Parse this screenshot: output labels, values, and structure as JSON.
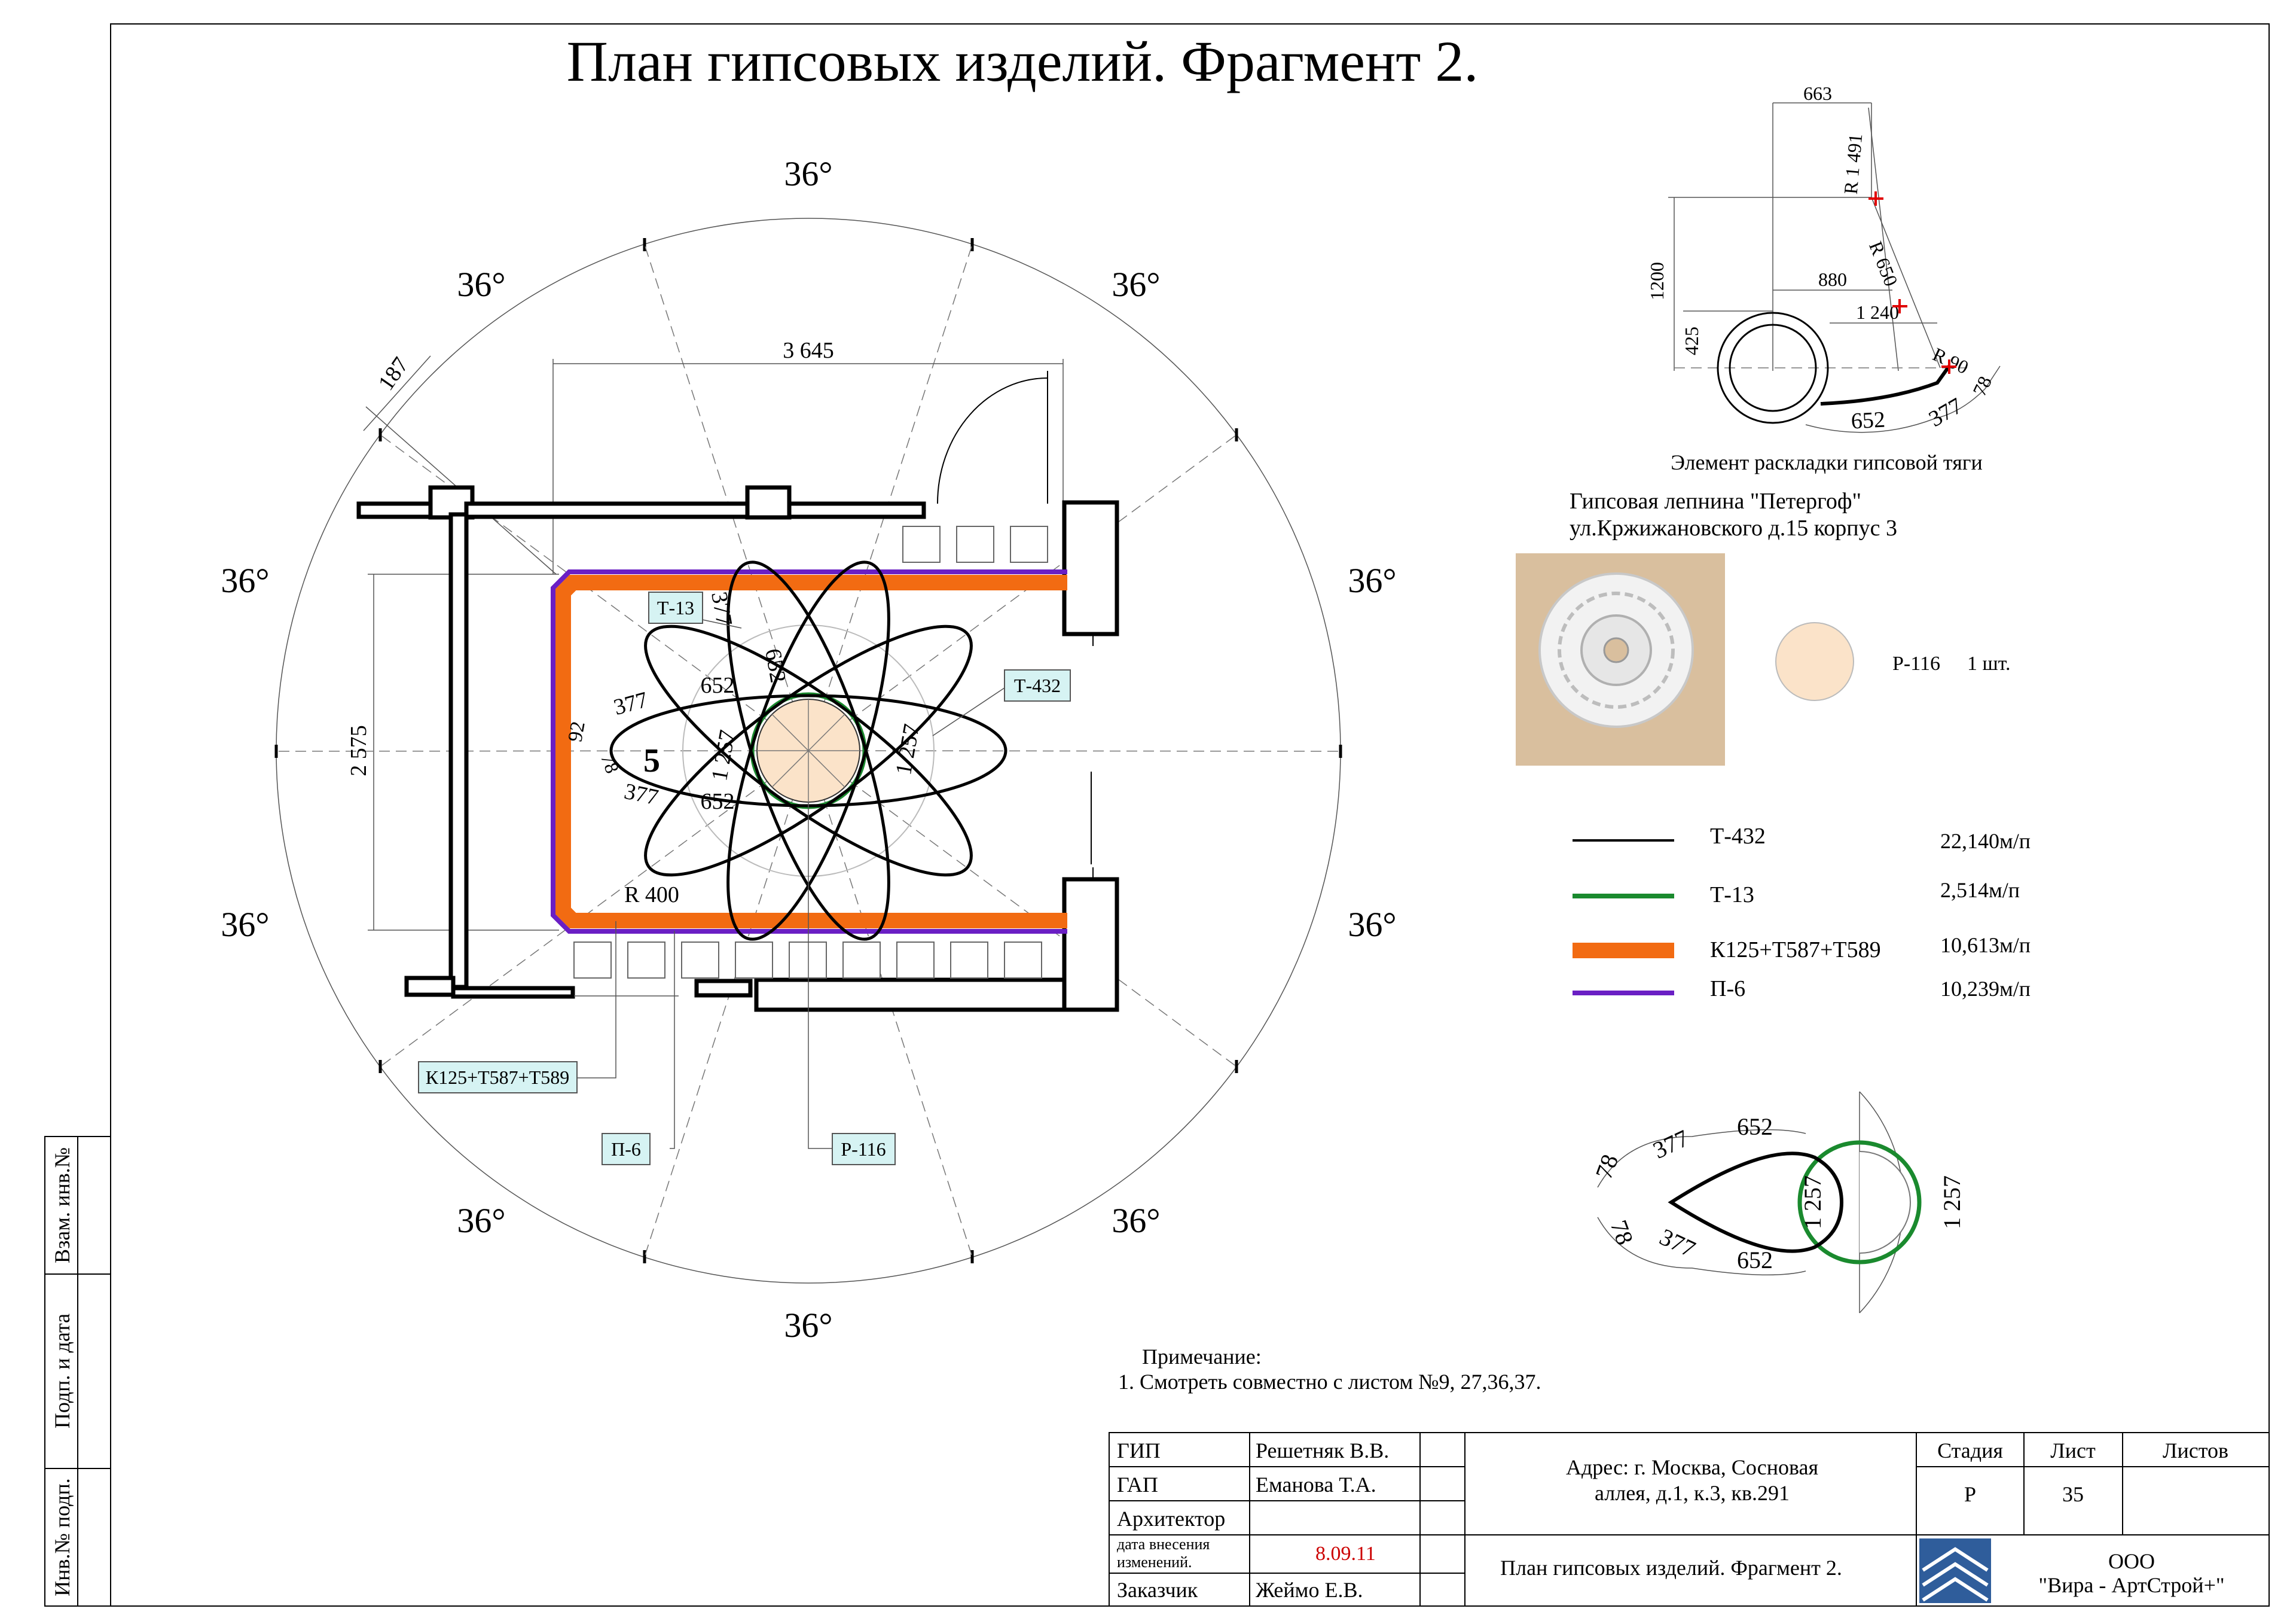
{
  "title": "План гипсовых изделий. Фрагмент 2.",
  "plan": {
    "angle_labels": [
      "36°",
      "36°",
      "36°",
      "36°",
      "36°",
      "36°",
      "36°",
      "36°",
      "36°",
      "36°"
    ],
    "dims": {
      "width": "3 645",
      "height": "2 575",
      "wall_offset": "187",
      "radius": "R 400",
      "room_number": "5",
      "petal_long": "652",
      "petal_short": "377",
      "petal_tip": "78",
      "petal_gap": "92",
      "petal_diam": "1 257",
      "petal_vert": "652",
      "petal_top": "377"
    },
    "tags": {
      "t13": "Т-13",
      "t432": "Т-432",
      "k125": "К125+Т587+Т589",
      "p6": "П-6",
      "p116": "Р-116"
    }
  },
  "layout_detail": {
    "caption": "Элемент раскладки гипсовой тяги",
    "d663": "663",
    "r1491": "R 1 491",
    "d1200": "1200",
    "r650": "R 650",
    "d880": "880",
    "d1240": "1 240",
    "d425": "425",
    "r90": "R 90",
    "d652": "652",
    "d377": "377",
    "d78": "78"
  },
  "product": {
    "line1": "Гипсовая лепнина \"Петергоф\"",
    "line2": "ул.Кржижановского д.15 корпус 3",
    "code": "Р-116",
    "qty": "1 шт."
  },
  "legend": [
    {
      "name": "Т-432",
      "value": "22,140м/п",
      "color": "#000000"
    },
    {
      "name": "Т-13",
      "value": "2,514м/п",
      "color": "#1a8a2e"
    },
    {
      "name": "К125+Т587+Т589",
      "value": "10,613м/п",
      "color": "#f26b12"
    },
    {
      "name": "П-6",
      "value": "10,239м/п",
      "color": "#6a1fc4"
    }
  ],
  "petal_detail": {
    "d78a": "78",
    "d377a": "377",
    "d652a": "652",
    "d78b": "78",
    "d377b": "377",
    "d652b": "652",
    "d1257a": "1 257",
    "d1257b": "1 257"
  },
  "notes": {
    "heading": "Примечание:",
    "item1": "1. Смотреть совместно с листом №9, 27,36,37."
  },
  "side_stamp": {
    "f1": "Взам. инв.№",
    "f2": "Подп. и дата",
    "f3": "Инв.№ подп."
  },
  "title_block": {
    "gip_role": "ГИП",
    "gip_name": "Решетняк В.В.",
    "gap_role": "ГАП",
    "gap_name": "Еманова Т.А.",
    "arch_role": "Архитектор",
    "date_role_1": "дата  внесения",
    "date_role_2": "изменений.",
    "date_value": "8.09.11",
    "client_role": "Заказчик",
    "client_name": "Жеймо Е.В.",
    "address_1": "Адрес: г. Москва, Сосновая",
    "address_2": "аллея, д.1, к.3, кв.291",
    "sheet_title": "План гипсовых изделий. Фрагмент 2.",
    "stage_label": "Стадия",
    "sheet_label": "Лист",
    "sheets_label": "Листов",
    "stage_value": "Р",
    "sheet_value": "35",
    "sheets_value": "",
    "company_1": "ООО",
    "company_2": "\"Вира - АртСтрой+\"",
    "logo_color": "#2f5d9b",
    "date_color": "#cc0000"
  }
}
